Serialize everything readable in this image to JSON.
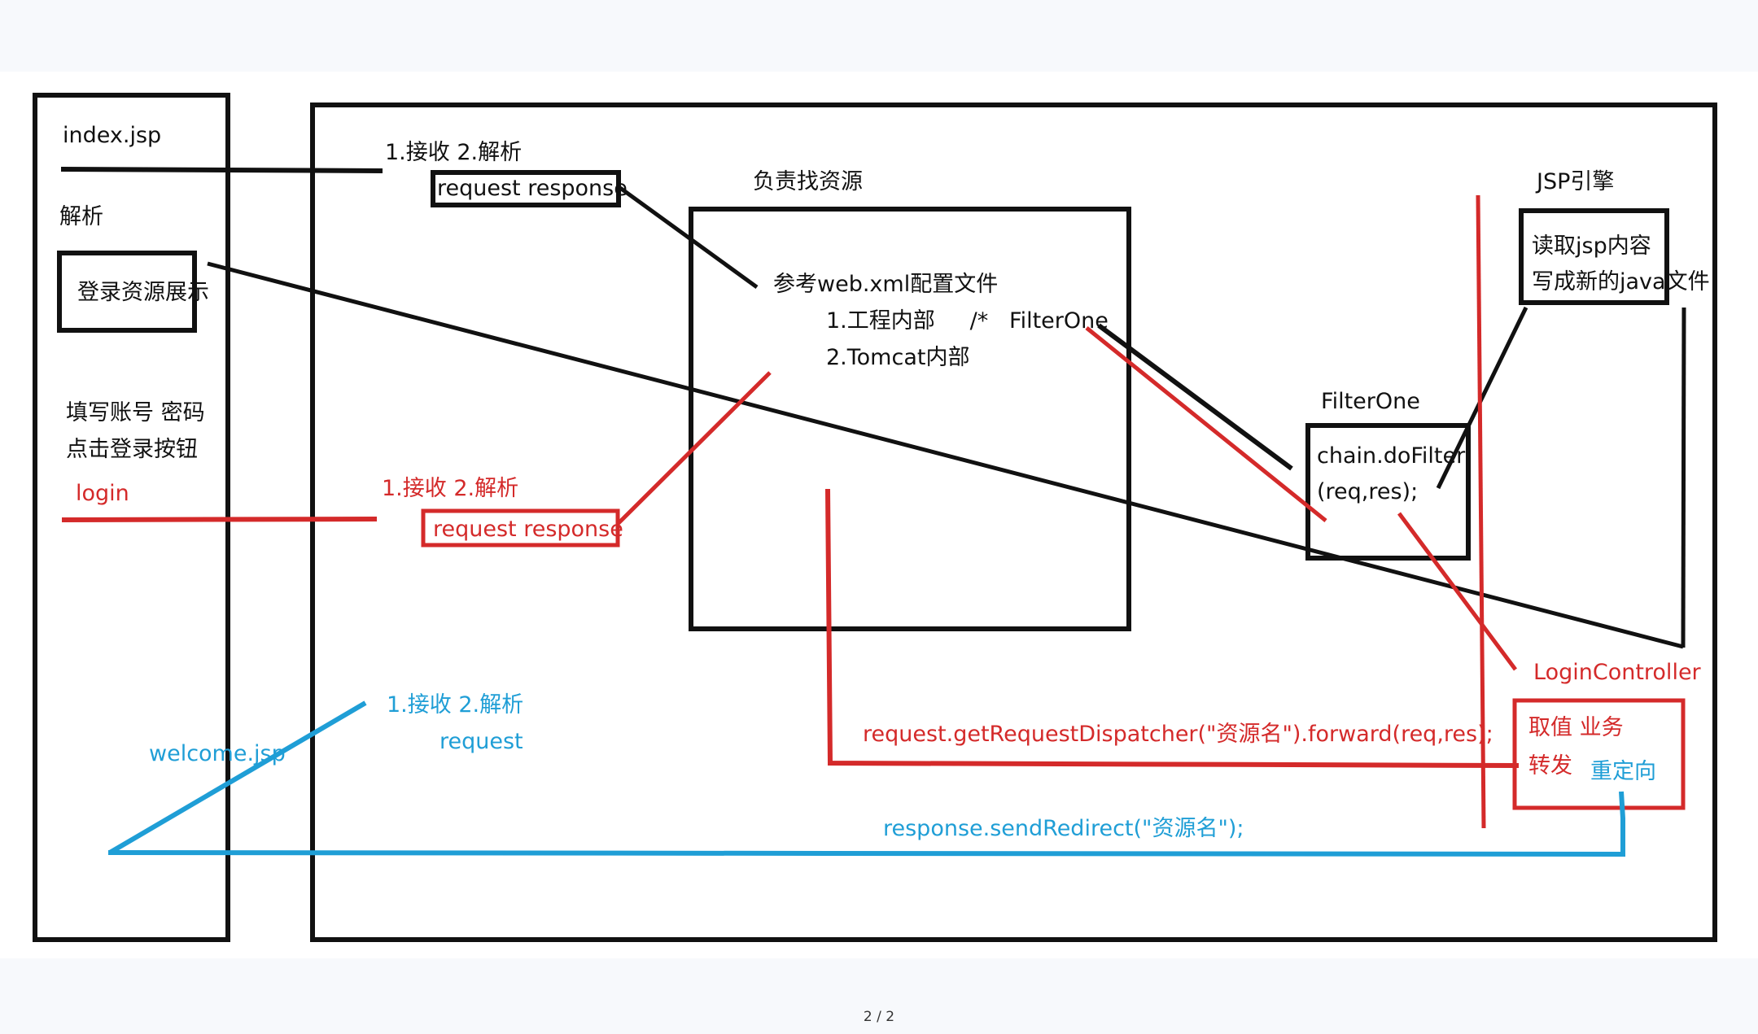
{
  "labels": {
    "index_jsp": "index.jsp",
    "parse": "解析",
    "login_display": "登录资源展示",
    "fill_account": "填写账号 密码",
    "click_login": "点击登录按钮",
    "login": "login",
    "welcome_jsp": "welcome.jsp",
    "receive_parse_top": "1.接收  2.解析",
    "req_res_top": "request response",
    "find_resource": "负责找资源",
    "web_xml": "参考web.xml配置文件",
    "project_internal": "1.工程内部     /*   FilterOne",
    "tomcat_internal": "2.Tomcat内部",
    "receive_parse_red": "1.接收  2.解析",
    "req_res_red": "request response",
    "filterone_title": "FilterOne",
    "chain_do_filter": "chain.doFilter",
    "req_res_args": "(req,res);",
    "jsp_engine": "JSP引擎",
    "read_jsp": "读取jsp内容",
    "write_java": "写成新的java文件",
    "login_controller": "LoginController",
    "get_value": "取值 业务",
    "forward_label": "转发",
    "redirect_label": "重定向",
    "forward_code": "request.getRequestDispatcher(\"资源名\").forward(req,res);",
    "receive_parse_blue": "1.接收  2.解析",
    "request_blue": "request",
    "redirect_code": "response.sendRedirect(\"资源名\");"
  },
  "page_number": "2 / 2",
  "colors": {
    "black": "#111111",
    "red": "#d42a2a",
    "blue": "#1f9ed6"
  }
}
